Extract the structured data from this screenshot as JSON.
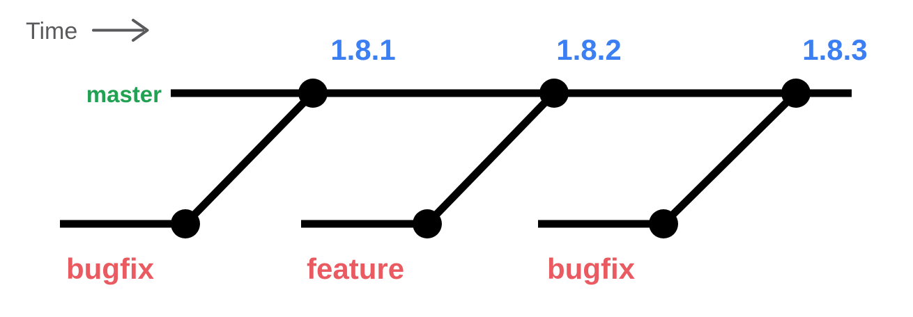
{
  "diagram": {
    "time_label": "Time",
    "master_label": "master",
    "releases": [
      {
        "version": "1.8.1",
        "branch_label": "bugfix"
      },
      {
        "version": "1.8.2",
        "branch_label": "feature"
      },
      {
        "version": "1.8.3",
        "branch_label": "bugfix"
      }
    ],
    "colors": {
      "line": "#000000",
      "dot": "#000000",
      "master_green": "#21a152",
      "version_blue": "#3b7ff2",
      "branch_red": "#ea5a61",
      "time_gray": "#5a5a5c"
    }
  }
}
